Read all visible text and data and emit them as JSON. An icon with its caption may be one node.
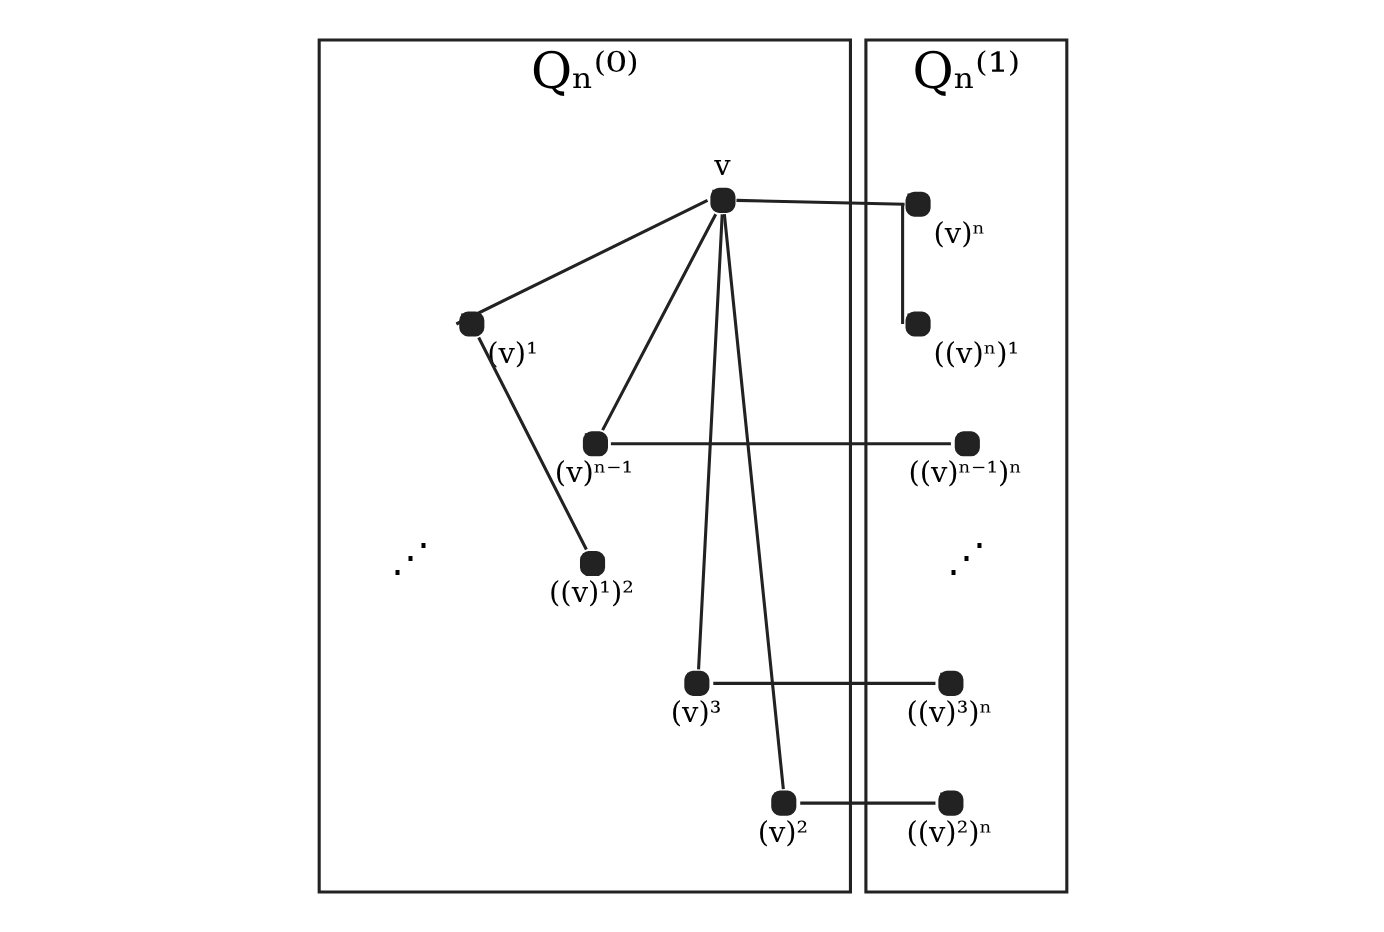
{
  "diagram": {
    "nodes": [
      {
        "text": [
          "Qₙ⁽⁰⁾"
        ]
      },
      {
        "text": [],
        "shape": "circle",
        "beside": [
          "v"
        ],
        "in": 0
      },
      {
        "text": [],
        "shape": "circle",
        "beside": [
          "(v)¹"
        ],
        "in": 0
      },
      {
        "text": [],
        "shape": "circle",
        "beside": [
          "(v)ⁿ⁻¹"
        ],
        "in": 0
      },
      {
        "text": [],
        "shape": "circle",
        "beside": [
          "((v)¹)²"
        ],
        "in": 0
      },
      {
        "text": [],
        "shape": "circle",
        "beside": [
          "(v)³"
        ],
        "in": 0
      },
      {
        "text": [],
        "shape": "circle",
        "beside": [
          "(v)²"
        ],
        "in": 0
      },
      {
        "text": [
          "Qₙ⁽¹⁾"
        ]
      },
      {
        "text": [],
        "shape": "circle",
        "beside": [
          "(v)ⁿ"
        ],
        "in": 7
      },
      {
        "text": [],
        "shape": "circle",
        "beside": [
          "((v)ⁿ)¹"
        ],
        "in": 7
      },
      {
        "text": [],
        "shape": "circle",
        "beside": [
          "((v)ⁿ⁻¹)ⁿ"
        ],
        "in": 7
      },
      {
        "text": [],
        "shape": "circle",
        "beside": [
          "((v)³)ⁿ"
        ],
        "in": 7
      },
      {
        "text": [],
        "shape": "circle",
        "beside": [
          "((v)²)ⁿ"
        ],
        "in": 7
      }
    ],
    "edges": [
      {
        "from": 1,
        "to": 2,
        "arrow": "none"
      },
      {
        "from": 1,
        "to": 3,
        "arrow": "none"
      },
      {
        "from": 1,
        "to": 5,
        "arrow": "none"
      },
      {
        "from": 1,
        "to": 6,
        "arrow": "none"
      },
      {
        "from": 1,
        "to": 8,
        "arrow": "none"
      },
      {
        "from": 2,
        "to": 4,
        "arrow": "none"
      },
      {
        "from": 8,
        "to": 9,
        "arrow": "none"
      },
      {
        "from": 3,
        "to": 10,
        "arrow": "none"
      },
      {
        "from": 5,
        "to": 11,
        "arrow": "none"
      },
      {
        "from": 6,
        "to": 12,
        "arrow": "none"
      }
    ],
    "labels": [
      "⋰",
      "⋰"
    ]
  }
}
